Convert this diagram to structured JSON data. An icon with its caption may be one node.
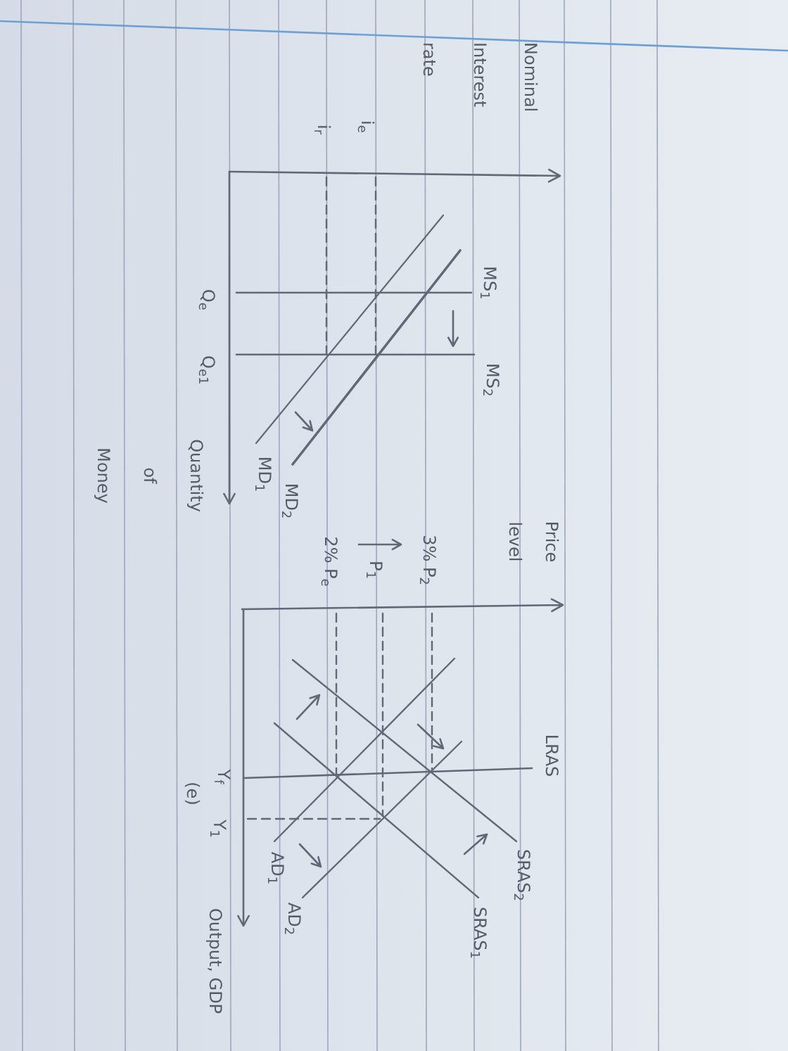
{
  "diagram": {
    "labels": [
      "Nominal Interest rate",
      "i$_{e}$",
      "i$_{r}$",
      "MS$_{1}$",
      "MS$_{2}$",
      "MD$_{1}$",
      "MD$_{2}$",
      "Q$_{e}$",
      "Q$_{e1}$",
      "Quantity of Money",
      "Price level",
      "3% P$_{2}$",
      "P$_{1}$",
      "2% P$_{e}$",
      "LRAS",
      "SRAS$_{2}$",
      "SRAS$_{1}$",
      "AD$_{1}$",
      "AD$_{2}$",
      "Y$_{f}$",
      "Y$_{1}$",
      "(e)",
      "Output, GDP"
    ]
  }
}
